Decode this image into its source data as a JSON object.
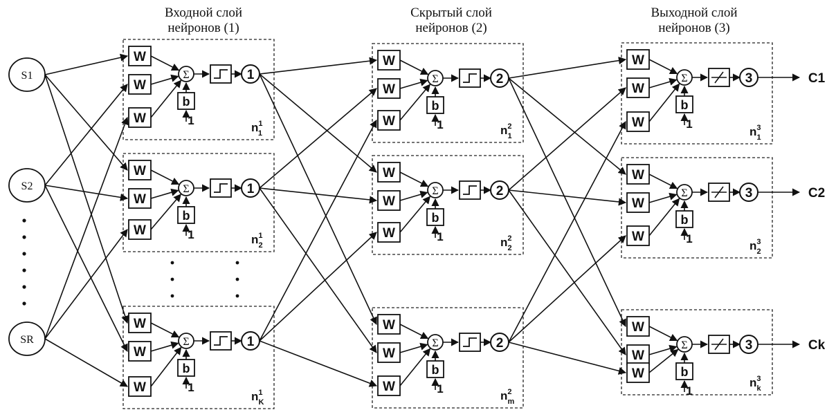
{
  "layers": [
    {
      "title_line1": "Входной слой",
      "title_line2": "нейронов (1)",
      "output_symbol": "1",
      "activation": "step-icon",
      "neurons": [
        {
          "label_base": "n",
          "label_sup": "1",
          "label_sub": "1"
        },
        {
          "label_base": "n",
          "label_sup": "1",
          "label_sub": "2"
        },
        {
          "label_base": "n",
          "label_sup": "1",
          "label_sub": "K"
        }
      ]
    },
    {
      "title_line1": "Скрытый слой",
      "title_line2": "нейронов (2)",
      "output_symbol": "2",
      "activation": "step-icon",
      "neurons": [
        {
          "label_base": "n",
          "label_sup": "2",
          "label_sub": "1"
        },
        {
          "label_base": "n",
          "label_sup": "2",
          "label_sub": "2"
        },
        {
          "label_base": "n",
          "label_sup": "2",
          "label_sub": "m"
        }
      ]
    },
    {
      "title_line1": "Выходной слой",
      "title_line2": "нейронов (3)",
      "output_symbol": "3",
      "activation": "linear-icon",
      "neurons": [
        {
          "label_base": "n",
          "label_sup": "3",
          "label_sub": "1"
        },
        {
          "label_base": "n",
          "label_sup": "3",
          "label_sub": "2"
        },
        {
          "label_base": "n",
          "label_sup": "3",
          "label_sub": "k"
        }
      ]
    }
  ],
  "inputs": [
    "S1",
    "S2",
    "SR"
  ],
  "outputs": [
    "C1",
    "C2",
    "Ck"
  ],
  "block_labels": {
    "weight": "W",
    "sum": "Σ",
    "bias": "b",
    "bias_input": "1"
  }
}
